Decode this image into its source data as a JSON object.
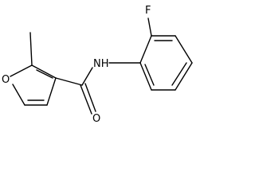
{
  "molecule": {
    "atoms": {
      "fluorine": "F",
      "amide_nitrogen": "NH",
      "ring_oxygen": "O",
      "carbonyl_oxygen": "O"
    }
  }
}
